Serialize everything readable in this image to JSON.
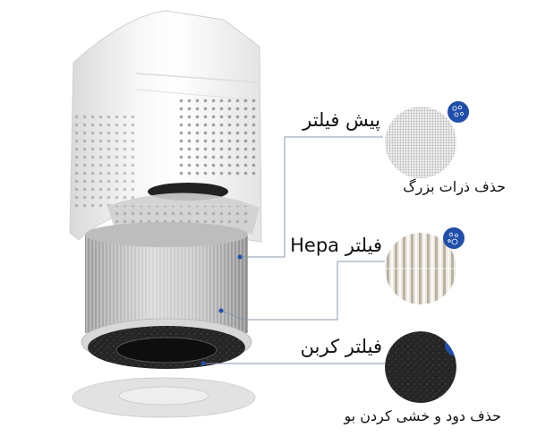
{
  "colors": {
    "accent": "#1f4fa8",
    "leader_line": "#8a98a8",
    "text": "#111111",
    "carbon": "#2a2a2a",
    "hepa": "#e8e2d8",
    "prefilter": "#d8d8d8"
  },
  "product": {
    "name": "air-purifier-exploded-view"
  },
  "filters": [
    {
      "id": "prefilter",
      "title": "پیش فیلتر",
      "description": "حذف ذرات بزرگ",
      "icon": "particles-icon"
    },
    {
      "id": "hepa",
      "title": "فیلتر Hepa",
      "description": "",
      "icon": "particles-icon"
    },
    {
      "id": "carbon",
      "title": "فیلتر کربن",
      "description": "حذف دود و خشی کردن بو",
      "icon": "particles-icon"
    }
  ]
}
